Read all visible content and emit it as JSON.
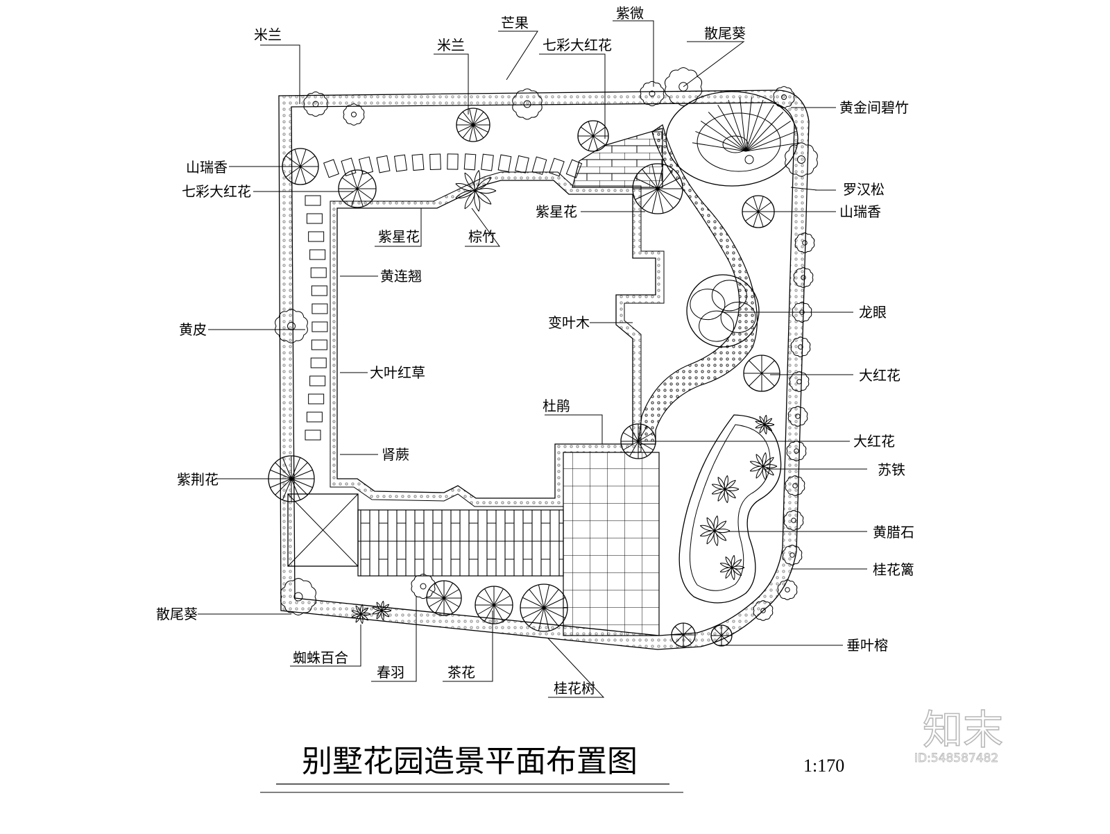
{
  "title": "别墅花园造景平面布置图",
  "scale": "1:170",
  "watermark": {
    "brand": "知末",
    "id": "ID:548587482"
  },
  "labels": {
    "milan_1": "米兰",
    "milan_2": "米兰",
    "mango": "芒果",
    "crape_myrtle": "紫微",
    "sanweikui_top": "散尾葵",
    "qicai_top": "七彩大红花",
    "bamboo": "黄金间碧竹",
    "shanruixiang_left": "山瑞香",
    "qicai_left": "七彩大红花",
    "luohansong": "罗汉松",
    "shanruixiang_right": "山瑞香",
    "zixinghua_center": "紫星花",
    "zixinghua_left": "紫星花",
    "zongzhu": "棕竹",
    "huanglianqiao": "黄连翘",
    "longan": "龙眼",
    "huangpi": "黄皮",
    "croton": "变叶木",
    "dayehongcao": "大叶红草",
    "dahonghua_1": "大红花",
    "dujuan": "杜鹃",
    "dahonghua_2": "大红花",
    "shenjue": "肾蕨",
    "sutie": "苏铁",
    "zijinghua": "紫荆花",
    "huanglashi": "黄腊石",
    "guihualí": "桂花篱",
    "sanweikui_bottom": "散尾葵",
    "chuiyerong": "垂叶榕",
    "zhizhubaihe": "蜘蛛百合",
    "chunyu": "春羽",
    "chahua": "茶花",
    "guihuashu": "桂花树"
  }
}
